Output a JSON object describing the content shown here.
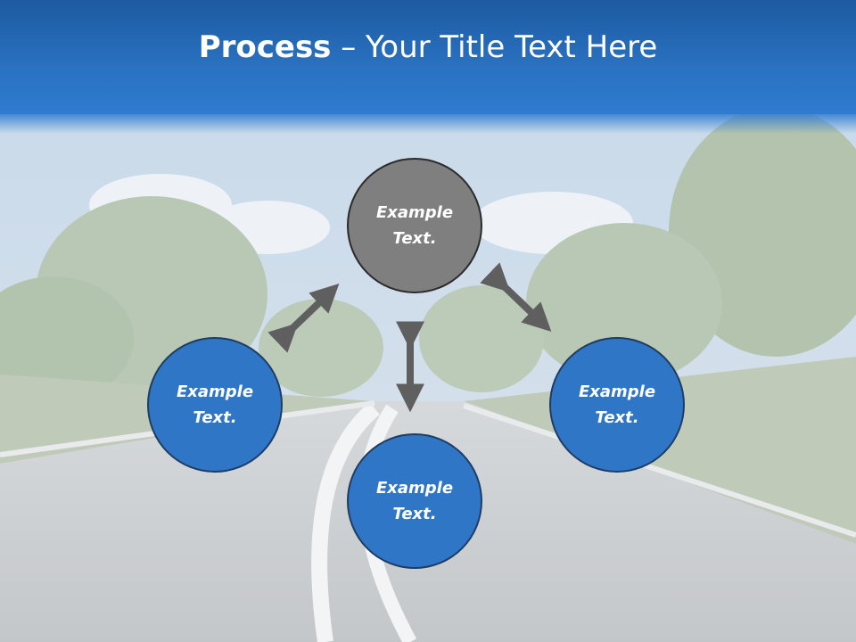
{
  "title": {
    "bold": "Process",
    "rest": " – Your Title Text Here"
  },
  "nodes": {
    "top": {
      "line1": "Example",
      "line2": "Text."
    },
    "left": {
      "line1": "Example",
      "line2": "Text."
    },
    "right": {
      "line1": "Example",
      "line2": "Text."
    },
    "bottom": {
      "line1": "Example",
      "line2": "Text."
    }
  },
  "colors": {
    "header": "#2a72c2",
    "node_blue": "#2f76c7",
    "node_gray": "#7f7f7f",
    "arrow": "#5f5f5f"
  }
}
